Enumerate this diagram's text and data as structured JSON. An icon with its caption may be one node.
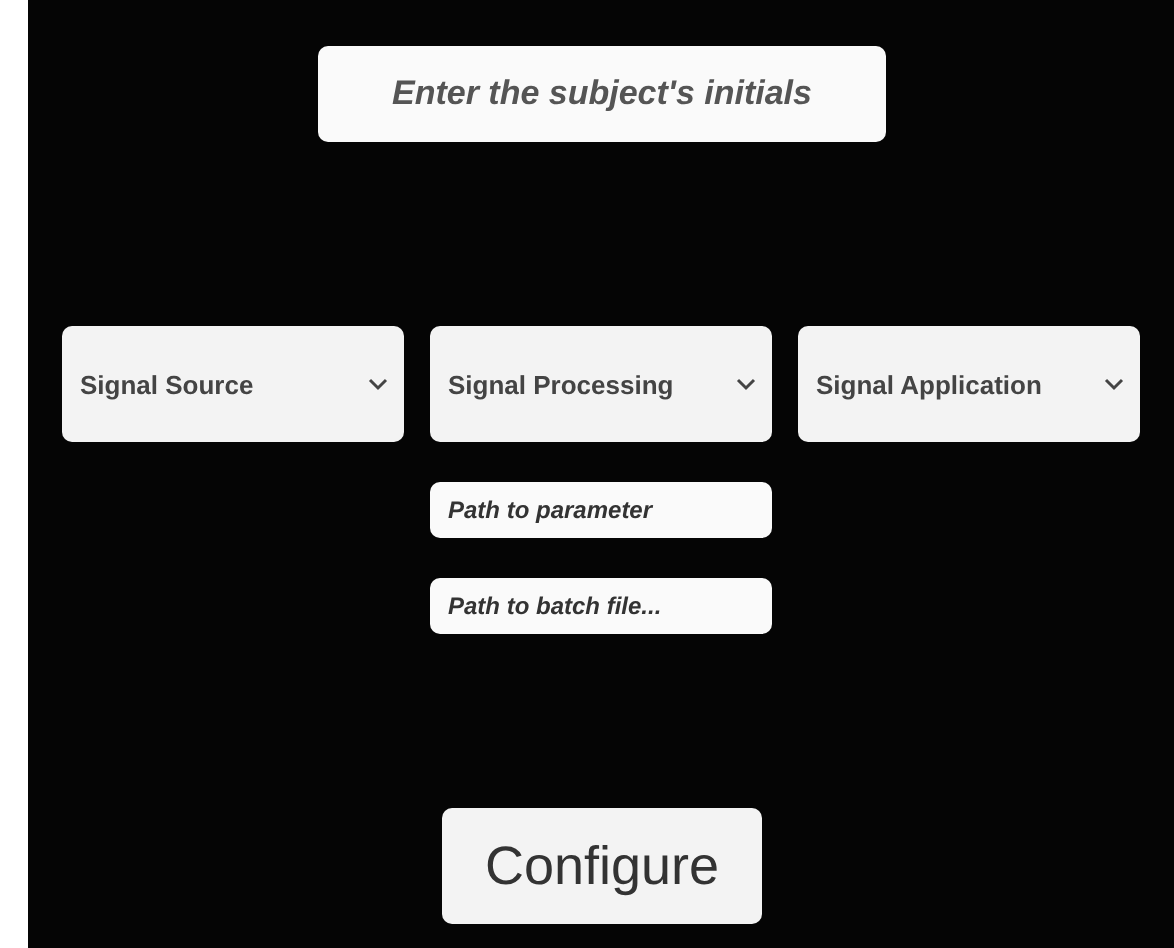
{
  "diagram": {
    "nodes": [
      {
        "text": [
          "Enter the subject's initials"
        ]
      },
      {
        "text": [
          "Signal Source"
        ]
      },
      {
        "text": [
          "Signal Processing"
        ]
      },
      {
        "text": [
          "Signal Application"
        ]
      },
      {
        "text": [
          "Path to parameter"
        ]
      },
      {
        "text": [
          "Path to batch file..."
        ]
      },
      {
        "text": [
          "Configure"
        ]
      }
    ]
  }
}
